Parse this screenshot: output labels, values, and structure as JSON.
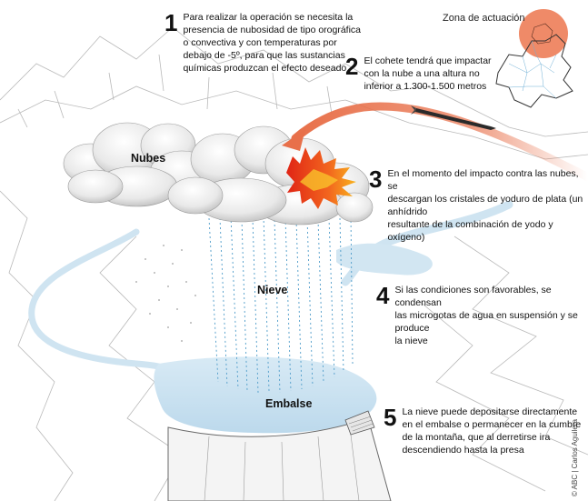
{
  "steps": [
    {
      "number": "1",
      "lines": [
        "Para realizar la operación se necesita la",
        "presencia de nubosidad de tipo orográfica",
        "o convectiva y con temperaturas por",
        "debajo de -5º, para que las sustancias",
        "químicas produzcan el efecto deseado"
      ]
    },
    {
      "number": "2",
      "lines": [
        "El cohete tendrá que impactar",
        "con la nube a una altura no",
        "inferior a 1.300-1.500 metros"
      ]
    },
    {
      "number": "3",
      "lines": [
        "En el momento del impacto contra las nubes, se",
        "descargan los cristales de yoduro de plata (un anhídrido",
        "resultante de la combinación de yodo y oxígeno)"
      ]
    },
    {
      "number": "4",
      "lines": [
        "Si las condiciones son favorables, se condensan",
        "las microgotas de agua en suspensión y se produce",
        "la nieve"
      ]
    },
    {
      "number": "5",
      "lines": [
        "La nieve puede depositarse directamente",
        "en el embalse o permanecer en la cumbre",
        "de la montaña, que al derretirse ira",
        "descendiendo hasta la presa"
      ]
    }
  ],
  "labels": {
    "clouds": "Nubes",
    "snow": "Nieve",
    "reservoir": "Embalse"
  },
  "map": {
    "title": "Zona de actuación"
  },
  "credit": "© ABC | Carlos Aguilera",
  "colors": {
    "arrow": "#e8704a",
    "highlight": "#ef8a68",
    "water": "#cfe4f1",
    "rain": "#4d9bc9",
    "flame": "#e23a1c",
    "flame_inner": "#f7a21a"
  }
}
